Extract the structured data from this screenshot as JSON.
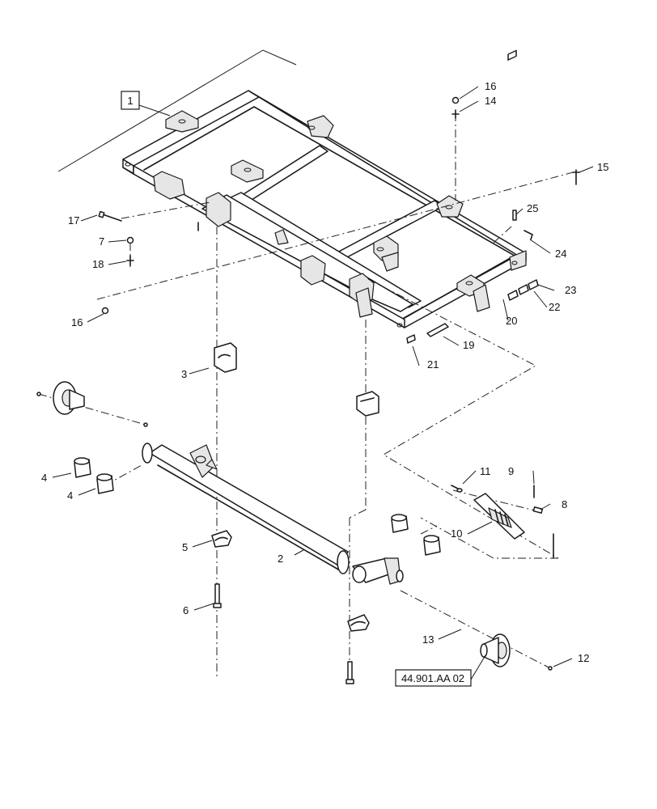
{
  "callouts": {
    "c1": "1",
    "c2": "2",
    "c3": "3",
    "c4a": "4",
    "c4b": "4",
    "c5": "5",
    "c6": "6",
    "c7": "7",
    "c8": "8",
    "c9": "9",
    "c10": "10",
    "c11": "11",
    "c12": "12",
    "c13": "13",
    "c14": "14",
    "c15": "15",
    "c16a": "16",
    "c16b": "16",
    "c17": "17",
    "c18": "18",
    "c19": "19",
    "c20": "20",
    "c21": "21",
    "c22": "22",
    "c23": "23",
    "c24": "24",
    "c25": "25"
  },
  "reference": "44.901.AA 02"
}
